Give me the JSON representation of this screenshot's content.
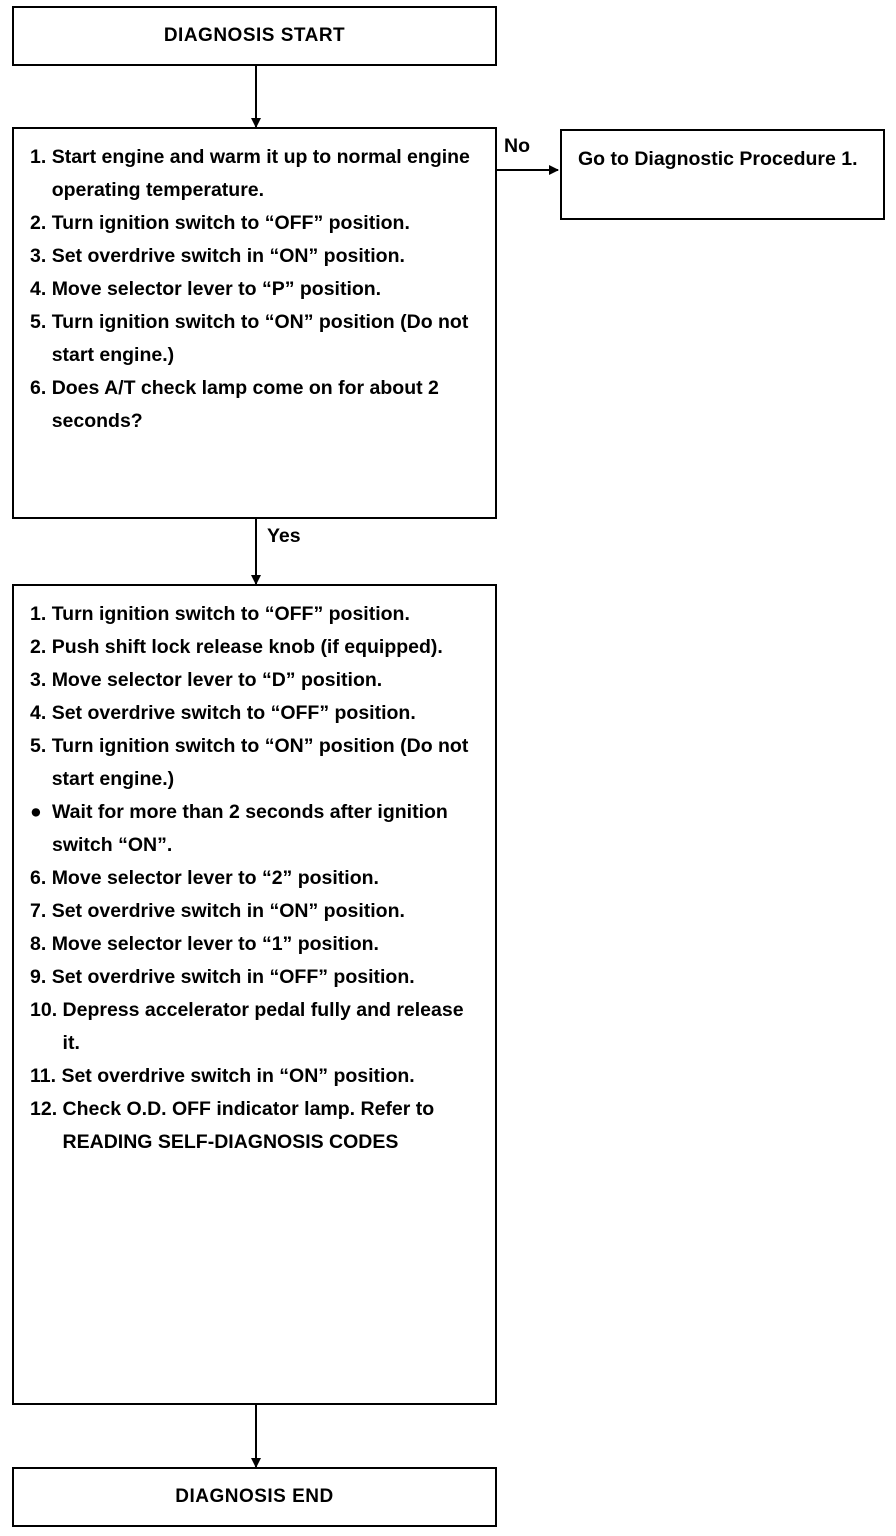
{
  "start": {
    "label": "DIAGNOSIS START"
  },
  "check_box": {
    "steps": [
      {
        "num": "1. ",
        "text": "Start engine and warm it up to normal engine operating temperature."
      },
      {
        "num": "2. ",
        "text": "Turn ignition switch to “OFF” position."
      },
      {
        "num": "3. ",
        "text": "Set overdrive switch in “ON” position."
      },
      {
        "num": "4. ",
        "text": "Move selector lever to “P” position."
      },
      {
        "num": "5. ",
        "text": "Turn ignition switch to “ON” position (Do not start engine.)"
      },
      {
        "num": "6. ",
        "text": "Does A/T check lamp come on for about 2 seconds?"
      }
    ]
  },
  "no_label": "No",
  "yes_label": "Yes",
  "goto_box": {
    "text": "Go to Diagnostic Procedure 1."
  },
  "procedure_box": {
    "steps": [
      {
        "num": "1. ",
        "text": "Turn ignition switch to “OFF” position."
      },
      {
        "num": "2. ",
        "text": "Push shift lock release knob (if equipped)."
      },
      {
        "num": "3. ",
        "text": "Move selector lever to “D” position."
      },
      {
        "num": "4. ",
        "text": "Set overdrive switch to “OFF” position."
      },
      {
        "num": "5. ",
        "text": "Turn ignition switch to “ON” position (Do not start engine.)"
      },
      {
        "num": "●",
        "text": "Wait for more than 2 seconds after ignition switch “ON”.",
        "bullet": true
      },
      {
        "num": "6. ",
        "text": "Move selector lever to “2” position."
      },
      {
        "num": "7. ",
        "text": "Set overdrive switch in “ON” position."
      },
      {
        "num": "8. ",
        "text": "Move selector lever to “1” position."
      },
      {
        "num": "9. ",
        "text": "Set overdrive switch in “OFF” position."
      },
      {
        "num": "10. ",
        "text": "Depress accelerator pedal fully and release it."
      },
      {
        "num": "11. ",
        "text": "Set overdrive switch in “ON” position."
      },
      {
        "num": "12. ",
        "text": "Check O.D. OFF indicator lamp. Refer to READING SELF-DIAGNOSIS CODES"
      }
    ]
  },
  "end": {
    "label": "DIAGNOSIS END"
  }
}
